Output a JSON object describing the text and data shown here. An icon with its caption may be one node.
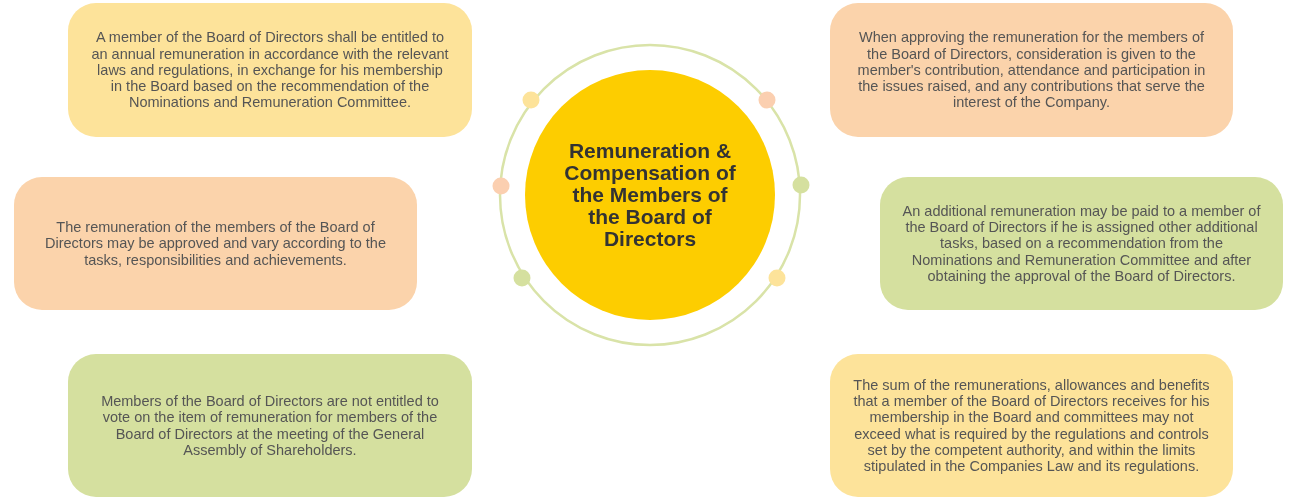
{
  "diagram": {
    "nodes": [
      {
        "text": [
          "Remuneration & Compensation of the Members of the Board of Directors"
        ]
      },
      {
        "text": [
          "A member of the Board of Directors shall be entitled to an annual remuneration in accordance with the relevant laws and regulations, in exchange for his membership in the Board based on the recommendation of the Nominations and Remuneration Committee."
        ]
      },
      {
        "text": [
          "When approving the remuneration for the members of the Board of Directors, consideration is given to the member's contribution, attendance and participation in the issues raised, and any contributions that serve the interest of the Company."
        ]
      },
      {
        "text": [
          "The remuneration of the members of the Board of Directors may be approved and vary according to the tasks, responsibilities and achievements."
        ]
      },
      {
        "text": [
          "An additional remuneration may be paid to a member of the Board of Directors if he is assigned other additional tasks, based on a recommendation from the Nominations and Remuneration Committee and after obtaining the approval of the Board of Directors."
        ]
      },
      {
        "text": [
          "Members of the Board of Directors are not entitled to vote on the item of remuneration for members of the Board of Directors at the meeting of the General Assembly of Shareholders."
        ]
      },
      {
        "text": [
          "The sum of the remunerations, allowances and benefits that a member of the Board of Directors receives for his membership in the Board and committees may not exceed what is required by the regulations and controls set by the competent authority, and within the limits stipulated in the Companies Law and its regulations."
        ]
      }
    ]
  }
}
